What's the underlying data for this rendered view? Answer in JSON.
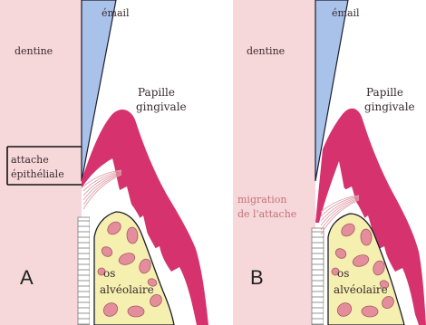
{
  "panels": [
    {
      "id": "A",
      "letter": "A",
      "labels": {
        "enamel": "émail",
        "dentin": "dentine",
        "papilla_line1": "Papille",
        "papilla_line2": "gingivale",
        "attachment_line1": "attache",
        "attachment_line2": "épithéliale",
        "bone_line1": "os",
        "bone_line2": "alvéolaire"
      }
    },
    {
      "id": "B",
      "letter": "B",
      "labels": {
        "enamel": "émail",
        "dentin": "dentine",
        "papilla_line1": "Papille",
        "papilla_line2": "gingivale",
        "migration_line1": "migration",
        "migration_line2": "de l'attache",
        "bone_line1": "os",
        "bone_line2": "alvéolaire"
      }
    }
  ],
  "colors": {
    "dentin": "#f7d8da",
    "enamel": "#a9c2ea",
    "gingiva": "#d6336e",
    "bone": "#f5efb0",
    "bone_spot": "#e58e9b",
    "attachment_text": "#c2707c",
    "outline": "#1c1c2e"
  }
}
